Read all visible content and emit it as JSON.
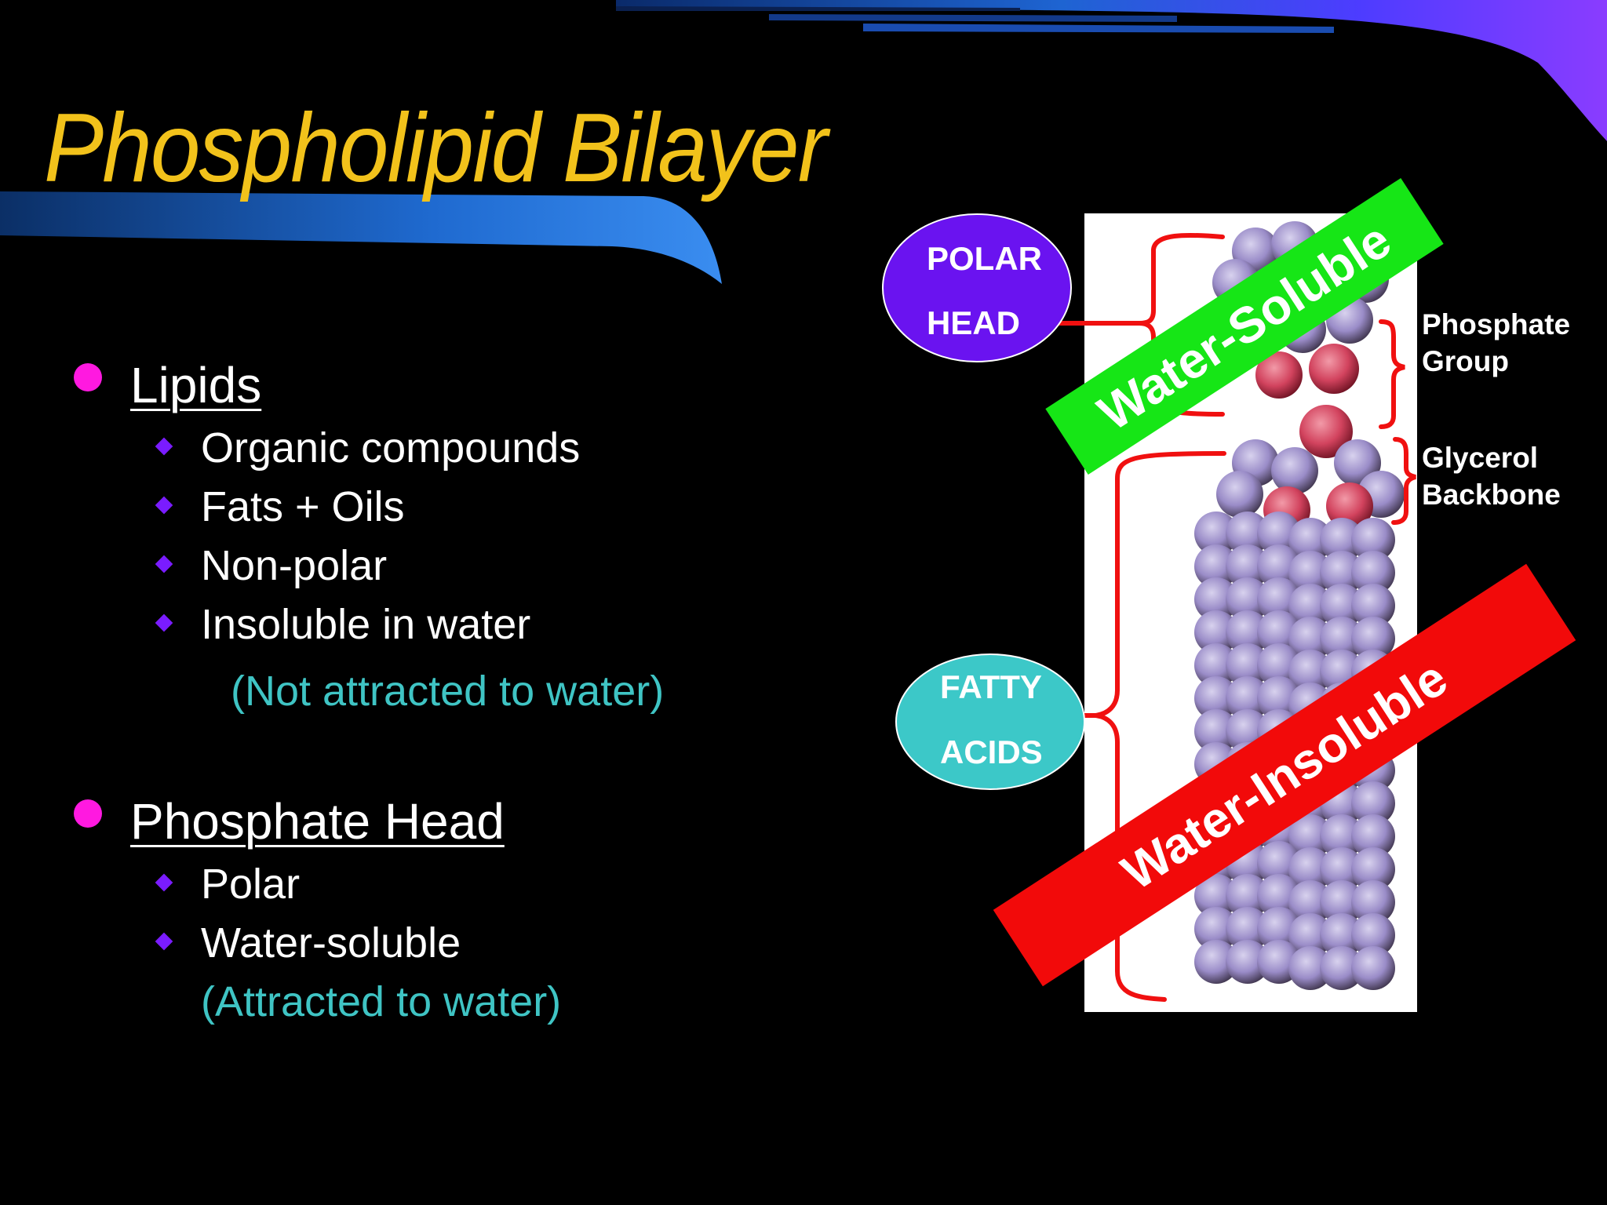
{
  "slide": {
    "title": "Phospholipid Bilayer",
    "colors": {
      "background": "#000000",
      "title": "#f2c21b",
      "bullet_level1": "#ff19e0",
      "bullet_level2": "#7a1cff",
      "note": "#3fc4c4",
      "accent_blue": "#2a7fd6",
      "polar_head": "#6a13f0",
      "fatty_acids": "#3cc8c8",
      "water_soluble": "#16e616",
      "water_insoluble": "#f20a0a",
      "bracket": "#f01010"
    }
  },
  "bullets": {
    "lipids": {
      "label": "Lipids",
      "items": [
        "Organic compounds",
        "Fats + Oils",
        "Non-polar",
        "Insoluble in water"
      ],
      "note": "(Not attracted to water)"
    },
    "phosphate": {
      "label": "Phosphate Head",
      "items": [
        "Polar",
        "Water-soluble"
      ],
      "note": "(Attracted to water)"
    }
  },
  "diagram": {
    "polar_head": {
      "line1": "POLAR",
      "line2": "HEAD"
    },
    "fatty_acids": {
      "line1": "FATTY",
      "line2": "ACIDS"
    },
    "phosphate_group": {
      "line1": "Phosphate",
      "line2": "Group"
    },
    "glycerol_backbone": {
      "line1": "Glycerol",
      "line2": "Backbone"
    },
    "water_soluble": "Water-Soluble",
    "water_insoluble": "Water-Insoluble"
  }
}
